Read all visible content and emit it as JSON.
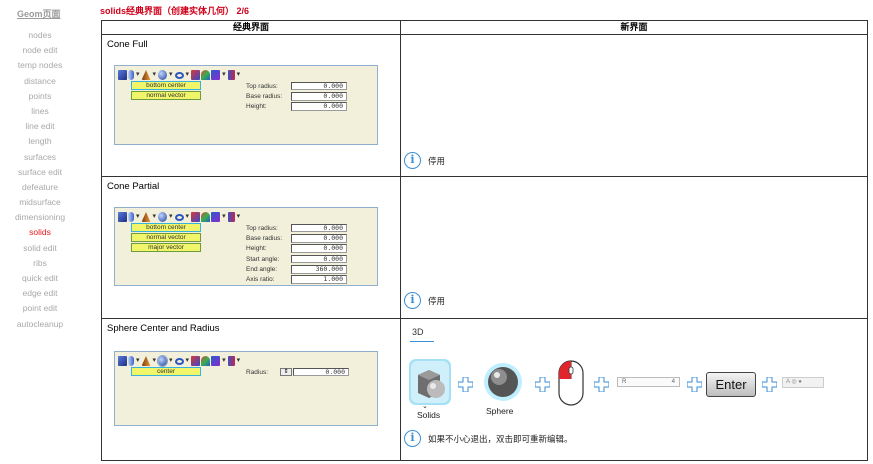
{
  "sidebar": {
    "title": "Geom页面",
    "items": [
      {
        "label": "nodes",
        "active": false
      },
      {
        "label": "node edit",
        "active": false
      },
      {
        "label": "temp nodes",
        "active": false
      },
      {
        "label": "distance",
        "active": false
      },
      {
        "label": "points",
        "active": false
      },
      {
        "label": "lines",
        "active": false
      },
      {
        "label": "line edit",
        "active": false
      },
      {
        "label": "length",
        "active": false
      },
      {
        "label": "surfaces",
        "active": false
      },
      {
        "label": "surface edit",
        "active": false
      },
      {
        "label": "defeature",
        "active": false
      },
      {
        "label": "midsurface",
        "active": false
      },
      {
        "label": "dimensioning",
        "active": false
      },
      {
        "label": "solids",
        "active": true
      },
      {
        "label": "solid edit",
        "active": false
      },
      {
        "label": "ribs",
        "active": false
      },
      {
        "label": "quick edit",
        "active": false
      },
      {
        "label": "edge edit",
        "active": false
      },
      {
        "label": "point edit",
        "active": false
      },
      {
        "label": "autocleanup",
        "active": false
      }
    ]
  },
  "page": {
    "title": "solids经典界面（创建实体几何） 2/6"
  },
  "table": {
    "header_classic": "经典界面",
    "header_new": "新界面"
  },
  "rows": [
    {
      "title": "Cone Full",
      "selectors": [
        "bottom center",
        "normal vector"
      ],
      "fields": [
        {
          "label": "Top radius:",
          "value": "0.000"
        },
        {
          "label": "Base radius:",
          "value": "0.000"
        },
        {
          "label": "Height:",
          "value": "0.000"
        }
      ],
      "note": "停用"
    },
    {
      "title": "Cone Partial",
      "selectors": [
        "bottom center",
        "normal vector",
        "major vector"
      ],
      "fields": [
        {
          "label": "Top radius:",
          "value": "0.000"
        },
        {
          "label": "Base radius:",
          "value": "0.000"
        },
        {
          "label": "Height:",
          "value": "0.000"
        },
        {
          "label": "Start angle:",
          "value": "0.000"
        },
        {
          "label": "End angle:",
          "value": "360.000"
        },
        {
          "label": "Axis ratio:",
          "value": "1.000"
        }
      ],
      "note": "停用"
    },
    {
      "title": "Sphere Center and Radius",
      "selectors": [
        "center"
      ],
      "fields": [
        {
          "label": "Radius:",
          "value": "0.000"
        }
      ],
      "new_ui": {
        "tab": "3D",
        "solids_label": "Solids",
        "sphere_label": "Sphere",
        "r_field_label": "R",
        "r_field_value": "4",
        "enter_label": "Enter",
        "mini_toolbar": "A ◎ ●"
      },
      "note": "如果不小心退出，双击即可重新编辑。"
    }
  ],
  "colors": {
    "accent_red": "#d0021b",
    "active_sidebar": "#e8161c",
    "panel_bg": "#f2f0da",
    "selector_fill": "#f1f56a",
    "info_blue": "#3b8fd6"
  }
}
